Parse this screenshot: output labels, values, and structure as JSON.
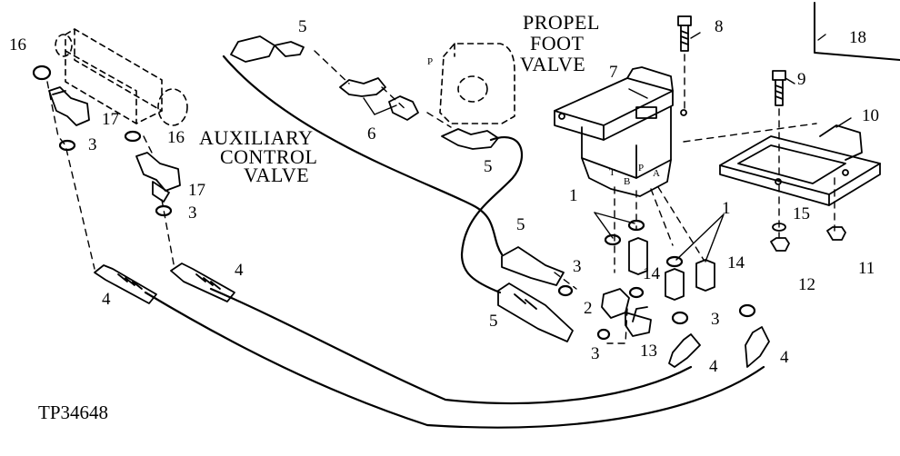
{
  "figure_id": "TP34648",
  "component_labels": {
    "propel_foot_valve": [
      "PROPEL",
      "FOOT",
      "VALVE"
    ],
    "auxiliary_control_valve": [
      "AUXILIARY",
      "CONTROL",
      "VALVE"
    ]
  },
  "port_letters": [
    "P",
    "T",
    "B",
    "P",
    "A"
  ],
  "callouts": {
    "c1a": "1",
    "c1b": "1",
    "c2": "2",
    "c3a": "3",
    "c3b": "3",
    "c3c": "3",
    "c3d": "3",
    "c3e": "3",
    "c4a": "4",
    "c4b": "4",
    "c4c": "4",
    "c4d": "4",
    "c5a": "5",
    "c5b": "5",
    "c5c": "5",
    "c5d": "5",
    "c6": "6",
    "c7": "7",
    "c8": "8",
    "c9": "9",
    "c10": "10",
    "c11": "11",
    "c12": "12",
    "c13": "13",
    "c14a": "14",
    "c14b": "14",
    "c15": "15",
    "c16a": "16",
    "c16b": "16",
    "c17a": "17",
    "c17b": "17",
    "c18": "18"
  },
  "line_color": "#000000"
}
